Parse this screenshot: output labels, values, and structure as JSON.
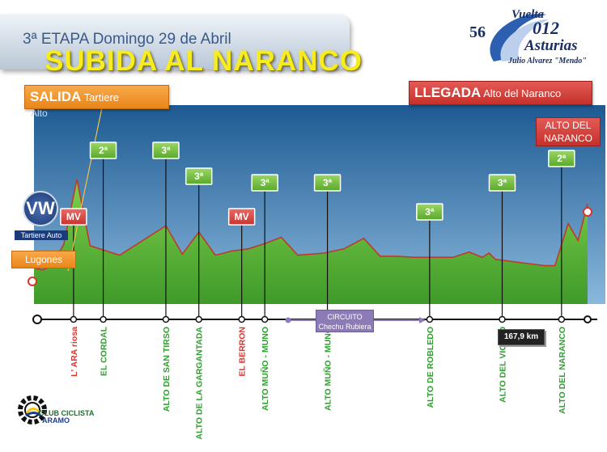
{
  "header": {
    "stage_line": "3ª ETAPA  Domingo 29 de Abril",
    "title": "SUBIDA AL NARANCO"
  },
  "logo": {
    "year_prefix": "56",
    "vuelta": "Vuelta",
    "year_suffix": "012",
    "region": "Asturias",
    "trophy": "Julio Alvarez \"Mendo\""
  },
  "start": {
    "label": "SALIDA",
    "place": "Tartiere"
  },
  "finish": {
    "label": "LLEGADA",
    "place": "Alto del Naranco"
  },
  "finish_tag": {
    "line1": "ALTO DEL",
    "line2": "NARANCO"
  },
  "alto_label": "Alto",
  "lugones_label": "Lugones",
  "sponsor": {
    "name": "Tartiere Auto",
    "logo_text": "VW"
  },
  "circuit": {
    "line1": "CIRCUITO",
    "line2": "Chechu Rubiera"
  },
  "distance": "167,9 km",
  "club": {
    "line1": "CLUB CICLISTA",
    "line2": "ARAMO"
  },
  "colors": {
    "sky_top": "#1d5a92",
    "sky_bottom": "#6aa0cc",
    "ground": "#6fbf3f",
    "profile_line": "#c0392b",
    "cat_badge": "#79c142",
    "mv_badge": "#d94a47",
    "label_green": "#2e9e2e",
    "label_red": "#d9352f"
  },
  "chart_data": {
    "type": "area",
    "title": "SUBIDA AL NARANCO",
    "xlabel": "",
    "ylabel": "Alto",
    "total_distance": "167,9 km",
    "profile_x": [
      0,
      2.5,
      5,
      9,
      13,
      17,
      26,
      40,
      45,
      50,
      55,
      60,
      65,
      70,
      75,
      80,
      88,
      94,
      100,
      105,
      110,
      115,
      122,
      127,
      132,
      136,
      138,
      140,
      145,
      150,
      155,
      158,
      162,
      165,
      167.9
    ],
    "profile_y": [
      0.16,
      0.14,
      0.17,
      0.38,
      1.0,
      0.37,
      0.28,
      0.56,
      0.29,
      0.5,
      0.28,
      0.32,
      0.34,
      0.39,
      0.45,
      0.28,
      0.3,
      0.34,
      0.44,
      0.27,
      0.27,
      0.26,
      0.26,
      0.26,
      0.31,
      0.26,
      0.3,
      0.24,
      0.22,
      0.2,
      0.18,
      0.18,
      0.58,
      0.42,
      0.77
    ],
    "markers": [
      {
        "name": "L' ARA riosa",
        "km": 12,
        "badge": "MV",
        "kind": "mv",
        "label_color": "red"
      },
      {
        "name": "EL CORDAL",
        "km": 21,
        "badge": "2ª",
        "kind": "cat",
        "label_color": "green"
      },
      {
        "name": "ALTO DE SAN TIRSO",
        "km": 40,
        "badge": "3ª",
        "kind": "cat",
        "label_color": "green"
      },
      {
        "name": "ALTO DE LA GARGANTADA",
        "km": 50,
        "badge": "3ª",
        "kind": "cat",
        "label_color": "green"
      },
      {
        "name": "EL BERRON",
        "km": 63,
        "badge": "MV",
        "kind": "mv",
        "label_color": "red"
      },
      {
        "name": "ALTO MUÑO - MUNO",
        "km": 70,
        "badge": "3ª",
        "kind": "cat",
        "label_color": "green"
      },
      {
        "name": "ALTO MUÑO - MUNO",
        "km": 89,
        "badge": "3ª",
        "kind": "cat",
        "label_color": "green"
      },
      {
        "name": "ALTO DE ROBLEDO",
        "km": 120,
        "badge": "3ª",
        "kind": "cat",
        "label_color": "green"
      },
      {
        "name": "ALTO DEL VIOLEO",
        "km": 142,
        "badge": "3ª",
        "kind": "cat",
        "label_color": "green"
      },
      {
        "name": "ALTO DEL NARANCO",
        "km": 160,
        "badge": "2ª",
        "kind": "cat",
        "label_color": "green"
      }
    ]
  }
}
